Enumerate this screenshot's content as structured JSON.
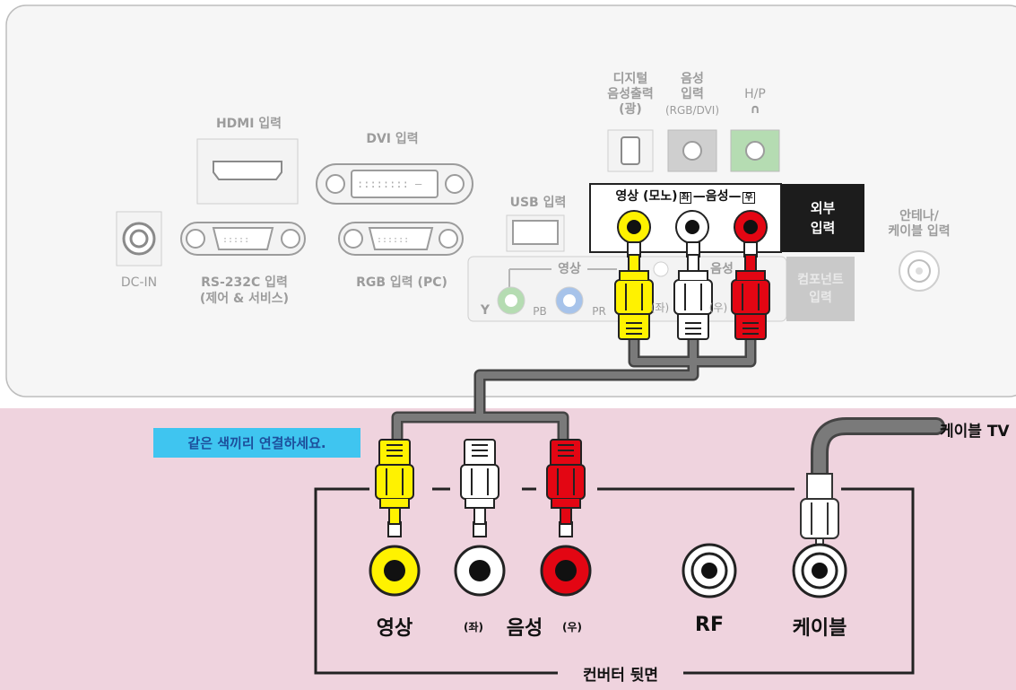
{
  "tv_panel": {
    "hdmi": "HDMI 입력",
    "dvi": "DVI 입력",
    "usb": "USB 입력",
    "digital_audio_1": "디지털",
    "digital_audio_2": "음성출력",
    "digital_audio_3": "(광)",
    "audio_in_1": "음성",
    "audio_in_2": "입력",
    "audio_in_3": "(RGB/DVI)",
    "hp": "H/P",
    "dc_in": "DC-IN",
    "rs232_1": "RS-232C 입력",
    "rs232_2": "(제어 & 서비스)",
    "rgb_pc": "RGB 입력 (PC)",
    "av_header": "영상 (모노)",
    "av_left": "좌",
    "av_audio": "음성",
    "av_right": "우",
    "ext_input_1": "외부",
    "ext_input_2": "입력",
    "comp_video": "영상",
    "comp_audio": "음성",
    "comp_y": "Y",
    "comp_pb": "PB",
    "comp_pr": "PR",
    "comp_left": "(좌)",
    "comp_right": "(우)",
    "component_1": "컴포넌트",
    "component_2": "입력",
    "antenna_1": "안테나/",
    "antenna_2": "케이블 입력"
  },
  "instruction": "같은 색끼리 연결하세요.",
  "cable_tv": "케이블 TV",
  "converter": {
    "video": "영상",
    "left": "(좌)",
    "audio": "음성",
    "right": "(우)",
    "rf": "RF",
    "cable": "케이블",
    "caption": "컨버터 뒷면"
  },
  "colors": {
    "yellow": "#fff200",
    "red": "#e30613",
    "white": "#ffffff",
    "pink": "#efd3de",
    "panel": "#f6f6f6",
    "cable": "#6b6b6b"
  }
}
